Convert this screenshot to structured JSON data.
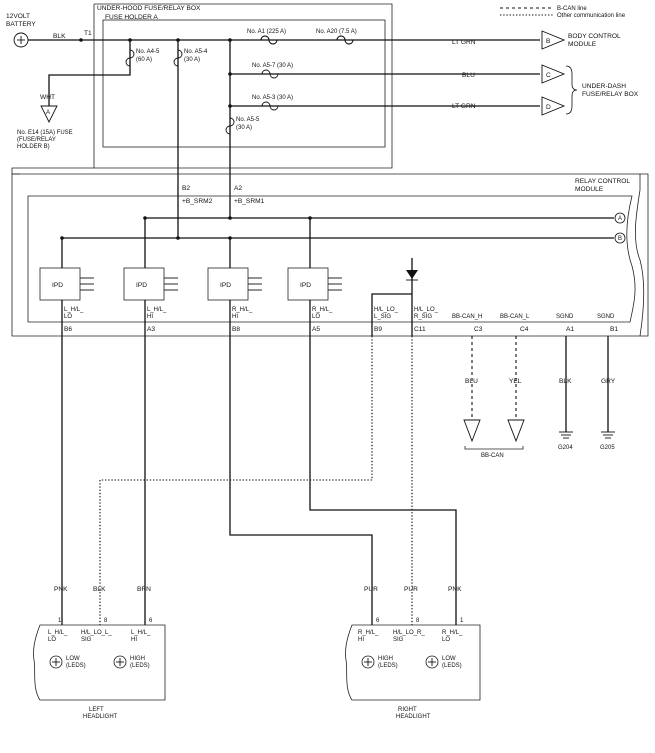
{
  "legend": {
    "bcan": "B-CAN line",
    "other": "Other communication line"
  },
  "battery": {
    "line1": "12VOLT",
    "line2": "BATTERY"
  },
  "wires": {
    "blk": "BLK",
    "wht": "WHT",
    "ltgrn": "LT GRN",
    "blu": "BLU",
    "pnk": "PNK",
    "brn": "BRN",
    "pur": "PUR",
    "yel": "YEL",
    "gry": "GRY"
  },
  "t1": "T1",
  "underhood": {
    "box_title": "UNDER-HOOD FUSE/RELAY BOX",
    "holder": "FUSE HOLDER A"
  },
  "fuses": {
    "a1": "No. A1 (225 A)",
    "a20": "No. A20 (7.5 A)",
    "a57": "No. A5-7 (30 A)",
    "a53": "No. A5-3 (30 A)",
    "a45": {
      "l1": "No. A4-5",
      "l2": "(60 A)"
    },
    "a54": {
      "l1": "No. A5-4",
      "l2": "(30 A)"
    },
    "a55": {
      "l1": "No. A5-5",
      "l2": "(30 A)"
    }
  },
  "e14": {
    "l1": "No. E14 (15A) FUSE",
    "l2": "(FUSE/RELAY",
    "l3": "HOLDER B)",
    "conn": "A"
  },
  "destinations": {
    "b": {
      "tag": "B",
      "l1": "BODY CONTROL",
      "l2": "MODULE"
    },
    "c": {
      "tag": "C"
    },
    "d": {
      "tag": "D"
    },
    "cd": {
      "l1": "UNDER-DASH",
      "l2": "FUSE/RELAY BOX"
    }
  },
  "rcm": {
    "title1": "RELAY CONTROL",
    "title2": "MODULE",
    "b2": "B2",
    "srm2": "+B_SRM2",
    "a2": "A2",
    "srm1": "+B_SRM1",
    "bus_a": "A",
    "bus_b": "B",
    "ipd": "IPD",
    "pins": [
      {
        "id": "B6",
        "l1": "L_H/L_",
        "l2": "LO"
      },
      {
        "id": "A3",
        "l1": "L_H/L_",
        "l2": "HI"
      },
      {
        "id": "B8",
        "l1": "R_H/L_",
        "l2": "HI"
      },
      {
        "id": "A5",
        "l1": "R_H/L_",
        "l2": "LO"
      },
      {
        "id": "B9",
        "l1": "H/L_LO_",
        "l2": "L_SIG"
      },
      {
        "id": "C11",
        "l1": "H/L_LO_",
        "l2": "R_SIG"
      },
      {
        "id": "C3",
        "l1": "BB-CAN_H",
        "l2": ""
      },
      {
        "id": "C4",
        "l1": "BB-CAN_L",
        "l2": ""
      },
      {
        "id": "A1",
        "l1": "SGND",
        "l2": ""
      },
      {
        "id": "B1",
        "l1": "SGND",
        "l2": ""
      }
    ]
  },
  "bbcan": "BB-CAN",
  "grounds": {
    "g204": "G204",
    "g205": "G205"
  },
  "left_headlight": {
    "name1": "LEFT",
    "name2": "HEADLIGHT",
    "pins": [
      {
        "num": "1",
        "l1": "L_H/L_",
        "l2": "LO"
      },
      {
        "num": "8",
        "l1": "H/L_LO_L_",
        "l2": "SIG"
      },
      {
        "num": "6",
        "l1": "L_H/L_",
        "l2": "HI"
      }
    ],
    "lamps": [
      {
        "l1": "LOW",
        "l2": "(LEDS)"
      },
      {
        "l1": "HIGH",
        "l2": "(LEDS)"
      }
    ]
  },
  "right_headlight": {
    "name1": "RIGHT",
    "name2": "HEADLIGHT",
    "pins": [
      {
        "num": "6",
        "l1": "R_H/L_",
        "l2": "HI"
      },
      {
        "num": "8",
        "l1": "H/L_LO_R_",
        "l2": "SIG"
      },
      {
        "num": "1",
        "l1": "R_H/L_",
        "l2": "LO"
      }
    ],
    "lamps": [
      {
        "l1": "HIGH",
        "l2": "(LEDS)"
      },
      {
        "l1": "LOW",
        "l2": "(LEDS)"
      }
    ]
  }
}
